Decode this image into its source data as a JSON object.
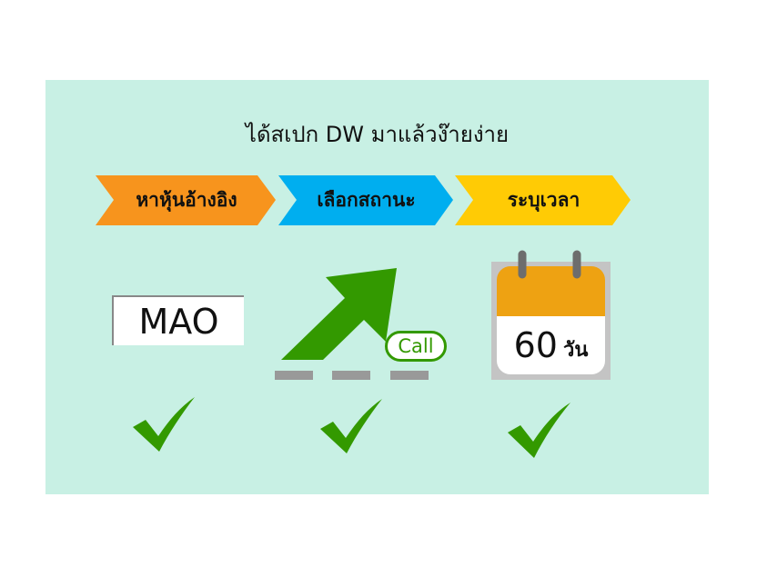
{
  "title": "ได้สเปก DW มาแล้วง๊ายง่าย",
  "steps": [
    {
      "label": "หาหุ้นอ้างอิง",
      "color": "#f7941d"
    },
    {
      "label": "เลือกสถานะ",
      "color": "#00aeef"
    },
    {
      "label": "ระบุเวลา",
      "color": "#ffcb05"
    }
  ],
  "ticker": "MAO",
  "call_label": "Call",
  "calendar": {
    "number": "60",
    "unit": "วัน"
  },
  "colors": {
    "background": "#c8f0e4",
    "green": "#339900",
    "calendar_top": "#eea212"
  }
}
